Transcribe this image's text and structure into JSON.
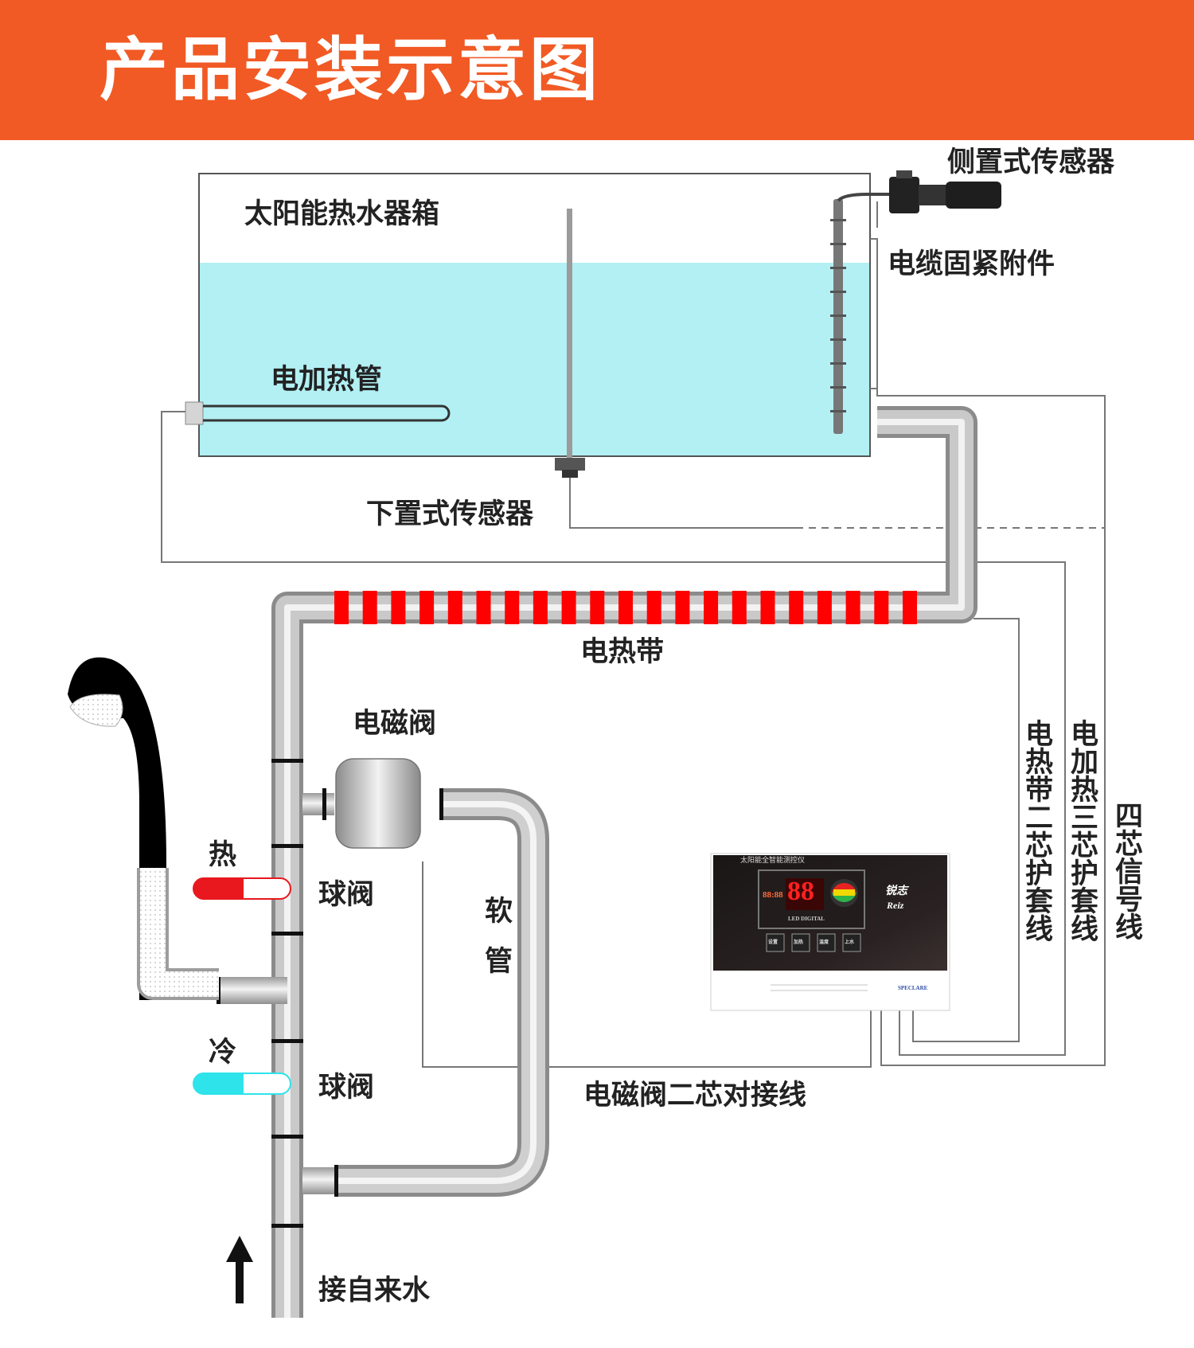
{
  "header": {
    "title": "产品安装示意图",
    "color": "#f15a24"
  },
  "colors": {
    "water": "#b2f0f4",
    "pipe": "#c4c4c4",
    "heat_band": "#ff0000",
    "hot_indicator": "#e8181e",
    "cold_indicator": "#2ee3ea",
    "wire": "#777777",
    "controller_panel": "#1f1a1a"
  },
  "labels": {
    "tank": "太阳能热水器箱",
    "side_sensor": "侧置式传感器",
    "cable_fastener": "电缆固紧附件",
    "electric_heater": "电加热管",
    "bottom_sensor": "下置式传感器",
    "heat_band": "电热带",
    "solenoid_valve": "电磁阀",
    "hot": "热",
    "cold": "冷",
    "ball_valve_hot": "球阀",
    "ball_valve_cold": "球阀",
    "hose": "软管",
    "tap_water": "接自来水",
    "solenoid_wire": "电磁阀二芯对接线",
    "heat_band_wire": "电热带二芯护套线",
    "heater_wire": "电加热三芯护套线",
    "signal_wire": "四芯信号线"
  },
  "controller": {
    "header_text": "太阳能全智能测控仪",
    "brand_cn": "锐志",
    "brand_en": "Reiz",
    "display_digits": "88",
    "small_digits": "88:88",
    "panel_caption": "LED DIGITAL",
    "footer_text": "SPECLARE",
    "buttons": [
      "设置",
      "加热",
      "温度",
      "上水"
    ]
  }
}
